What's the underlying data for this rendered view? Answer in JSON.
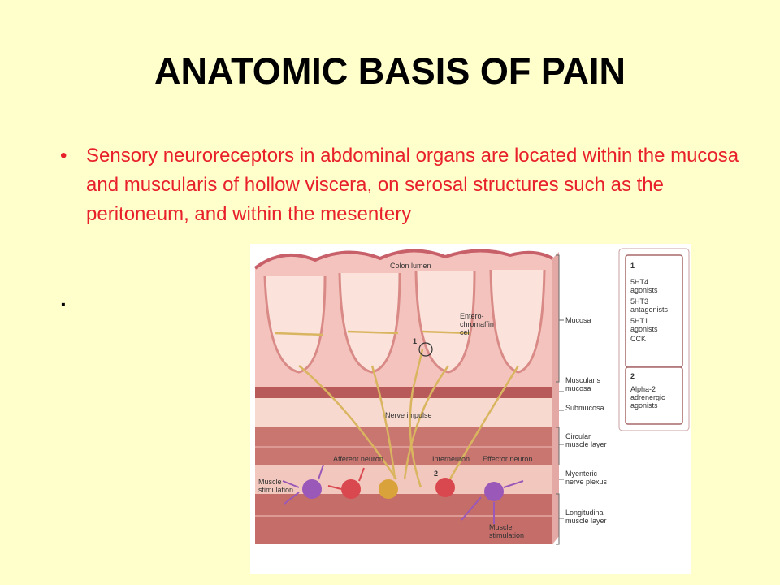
{
  "slide": {
    "title": "ANATOMIC BASIS OF PAIN",
    "bullet_symbol": "•",
    "bullet_text": "Sensory neuroreceptors in abdominal organs are located within the mucosa and muscularis of hollow viscera, on serosal structures such as the peritoneum, and within the mesentery",
    "second_bullet": "."
  },
  "colors": {
    "background": "#ffffcc",
    "title": "#000000",
    "bullet_text": "#e8202a"
  },
  "figure": {
    "labels": {
      "colon_lumen": "Colon lumen",
      "entero_1": "Entero-",
      "entero_2": "chromaffin",
      "entero_3": "cell",
      "mucosa": "Mucosa",
      "muscularis_1": "Muscularis",
      "muscularis_2": "mucosa",
      "submucosa": "Submucosa",
      "nerve_impulse": "Nerve impulse",
      "circular_1": "Circular",
      "circular_2": "muscle layer",
      "afferent": "Afferent neuron",
      "interneuron": "Interneuron",
      "effector": "Effector neuron",
      "myenteric_1": "Myenteric",
      "myenteric_2": "nerve plexus",
      "muscle_stim_left_1": "Muscle",
      "muscle_stim_left_2": "stimulation",
      "muscle_stim_right_1": "Muscle",
      "muscle_stim_right_2": "stimulation",
      "longitudinal_1": "Longitudinal",
      "longitudinal_2": "muscle layer",
      "marker_1": "1",
      "marker_2": "2"
    },
    "legend": {
      "box1_number": "1",
      "box1_lines": [
        "5HT4",
        "agonists",
        "5HT3",
        "antagonists",
        "5HT1",
        "agonists",
        "CCK"
      ],
      "box2_number": "2",
      "box2_lines": [
        "Alpha-2",
        "adrenergic",
        "agonists"
      ]
    }
  }
}
